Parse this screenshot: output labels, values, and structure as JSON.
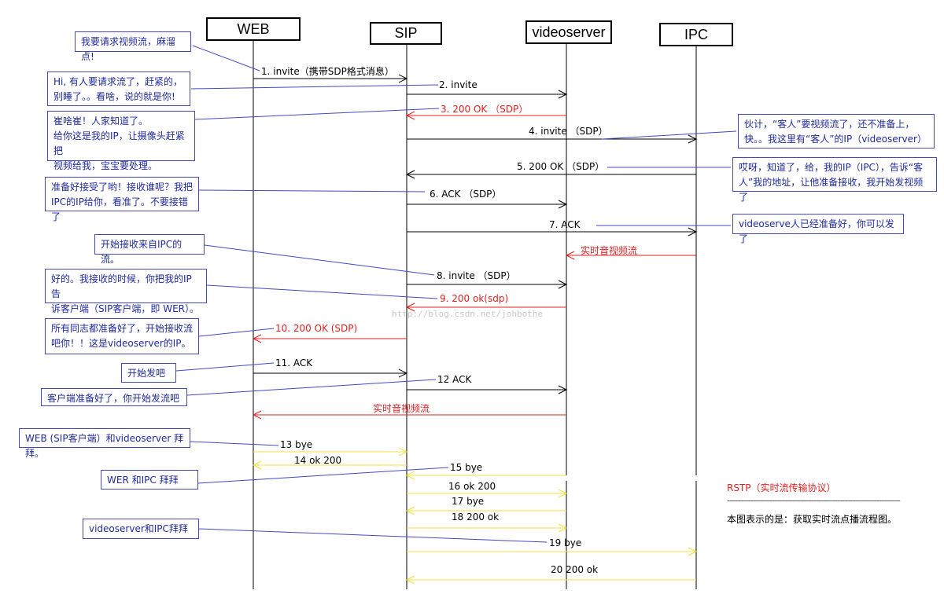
{
  "participants": [
    {
      "id": "web",
      "label": "WEB"
    },
    {
      "id": "sip",
      "label": "SIP"
    },
    {
      "id": "vs",
      "label": "videoserver"
    },
    {
      "id": "ipc",
      "label": "IPC"
    }
  ],
  "messages": [
    {
      "n": 1,
      "label": "1. invite（携带SDP格式消息）"
    },
    {
      "n": 2,
      "label": "2. invite"
    },
    {
      "n": 3,
      "label": "3. 200  OK （SDP）"
    },
    {
      "n": 4,
      "label": "4. invite （SDP）"
    },
    {
      "n": 5,
      "label": "5. 200 OK      （SDP）"
    },
    {
      "n": 6,
      "label": "6. ACK （SDP）"
    },
    {
      "n": 7,
      "label": "7.      ACK"
    },
    {
      "n": 8,
      "label": "8. invite （SDP）"
    },
    {
      "n": 9,
      "label": "9.  200   ok(sdp)"
    },
    {
      "n": 10,
      "label": "10.  200 OK (SDP)"
    },
    {
      "n": 11,
      "label": "11. ACK"
    },
    {
      "n": 12,
      "label": "12 ACK"
    },
    {
      "n": 13,
      "label": "13  bye"
    },
    {
      "n": 14,
      "label": "14    ok   200"
    },
    {
      "n": 15,
      "label": "15  bye"
    },
    {
      "n": 16,
      "label": "16  ok   200"
    },
    {
      "n": 17,
      "label": "17  bye"
    },
    {
      "n": 18,
      "label": "18  200 ok"
    },
    {
      "n": 19,
      "label": "19      bye"
    },
    {
      "n": 20,
      "label": "20   200 ok"
    }
  ],
  "streams": {
    "ipc_to_vs": "实时音视频流",
    "vs_to_web": "实时音视频流"
  },
  "notes": {
    "left1": "我要请求视频流，麻溜点!",
    "left2": "Hi, 有人要请求流了，赶紧的，\n别睡了。。看啥，说的就是你!",
    "left3": "  崔啥崔！人家知道了。\n给你这是我的IP，让摄像头赶紧把\n视频给我，宝宝要处理。",
    "left4": "准备好接受了哟！接收谁呢？我把\nIPC的IP给你，看准了。不要接错了",
    "left5": "开始接收来自IPC的流。",
    "left6": "好的。我接收的时候，你把我的IP告\n诉客户端（SIP客户端，即 WER）。",
    "left7": "所有同志都准备好了，开始接收流\n吧你！！这是videoserver的IP。",
    "left8": "开始发吧",
    "left9": "客户端准备好了，你开始发流吧",
    "left10": "WEB (SIP客户端）和videoserver 拜拜。",
    "left11": "WER 和IPC 拜拜",
    "left12": "videoserver和IPC拜拜",
    "right1": "伙计，“客人”要视频流了，还不准备上，\n快。。我这里有“客人”的IP（videoserver）",
    "right2": "哎呀，知道了，给，我的IP（IPC），告诉“客\n人”我的地址，让他准备接收，我开始发视频了",
    "right3": "videoserve人已经准备好，你可以发了"
  },
  "legend": {
    "title": "RSTP（实时流传输协议）",
    "divider": "------------------------------------------------------------------",
    "caption": "本图表示的是：获取实时流点播流程图。"
  },
  "watermark": "http://blog.csdn.net/johbothe",
  "colors": {
    "black": "#000000",
    "red": "#e02020",
    "yellow": "#f2e040",
    "blue": "#4646c8"
  }
}
